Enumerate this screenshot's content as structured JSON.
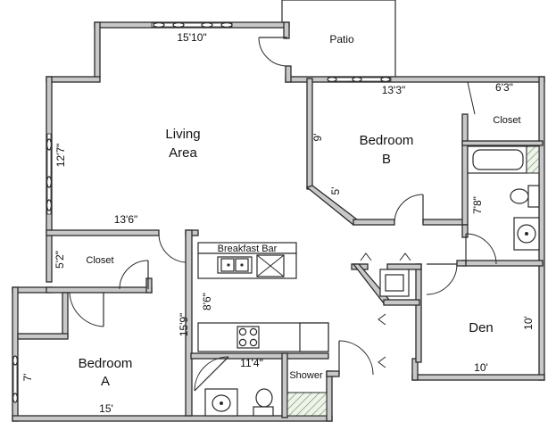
{
  "rooms": {
    "patio": "Patio",
    "living_line1": "Living",
    "living_line2": "Area",
    "bedroom_b_line1": "Bedroom",
    "bedroom_b_line2": "B",
    "closet_b": "Closet",
    "closet_living": "Closet",
    "breakfast_bar": "Breakfast Bar",
    "bedroom_a_line1": "Bedroom",
    "bedroom_a_line2": "A",
    "shower": "Shower",
    "den": "Den"
  },
  "dimensions": {
    "top": "15'10\"",
    "living_left": "12'7\"",
    "living_bottom": "13'6\"",
    "bedroom_b_top": "13'3\"",
    "closet_b_top": "6'3\"",
    "bedroom_b_left": "9'",
    "bedroom_b_diag": "5'",
    "bath_right": "7'8\"",
    "closet_living_left": "5'2\"",
    "kitchen_left_a": "8'6\"",
    "kitchen_left_b": "15'9\"",
    "kitchen_bottom": "11'4\"",
    "bedroom_a_left": "7'",
    "bedroom_a_bottom": "15'",
    "den_right": "10'",
    "den_bottom": "10'"
  }
}
